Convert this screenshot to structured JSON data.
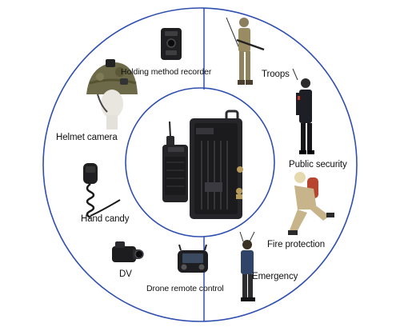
{
  "labels": {
    "recorder": "Holding method recorder",
    "helmet": "Helmet camera",
    "hand_candy": "Hand candy",
    "dv": "DV",
    "drone": "Drone remote control",
    "troops": "Troops",
    "public_security": "Public security",
    "fire": "Fire protection",
    "emergency": "Emergency"
  },
  "device_text": {
    "radio_brand": "",
    "main_brand": ""
  },
  "colors": {
    "ring": "#2f4fb0",
    "device_dark": "#1c1c1e",
    "device_mid": "#2c2c30",
    "camo": "#6d6a4a"
  }
}
